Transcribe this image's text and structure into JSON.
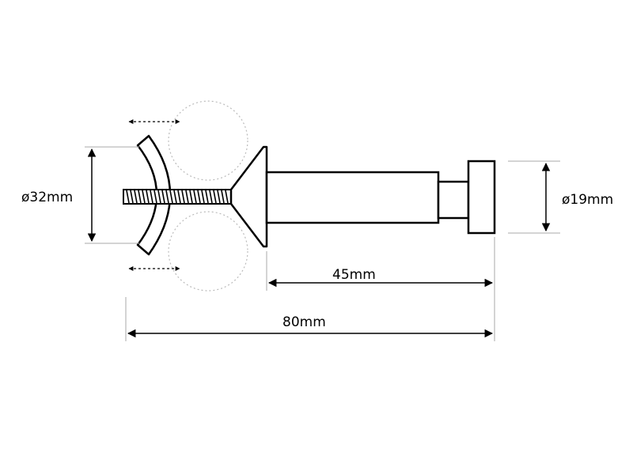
{
  "diagram": {
    "labels": {
      "head_diameter": "ø32mm",
      "knob_diameter": "ø19mm",
      "barrel_length": "45mm",
      "total_length": "80mm"
    },
    "colors": {
      "line": "#000000",
      "guide": "#bbbbbb",
      "background": "#ffffff"
    }
  }
}
